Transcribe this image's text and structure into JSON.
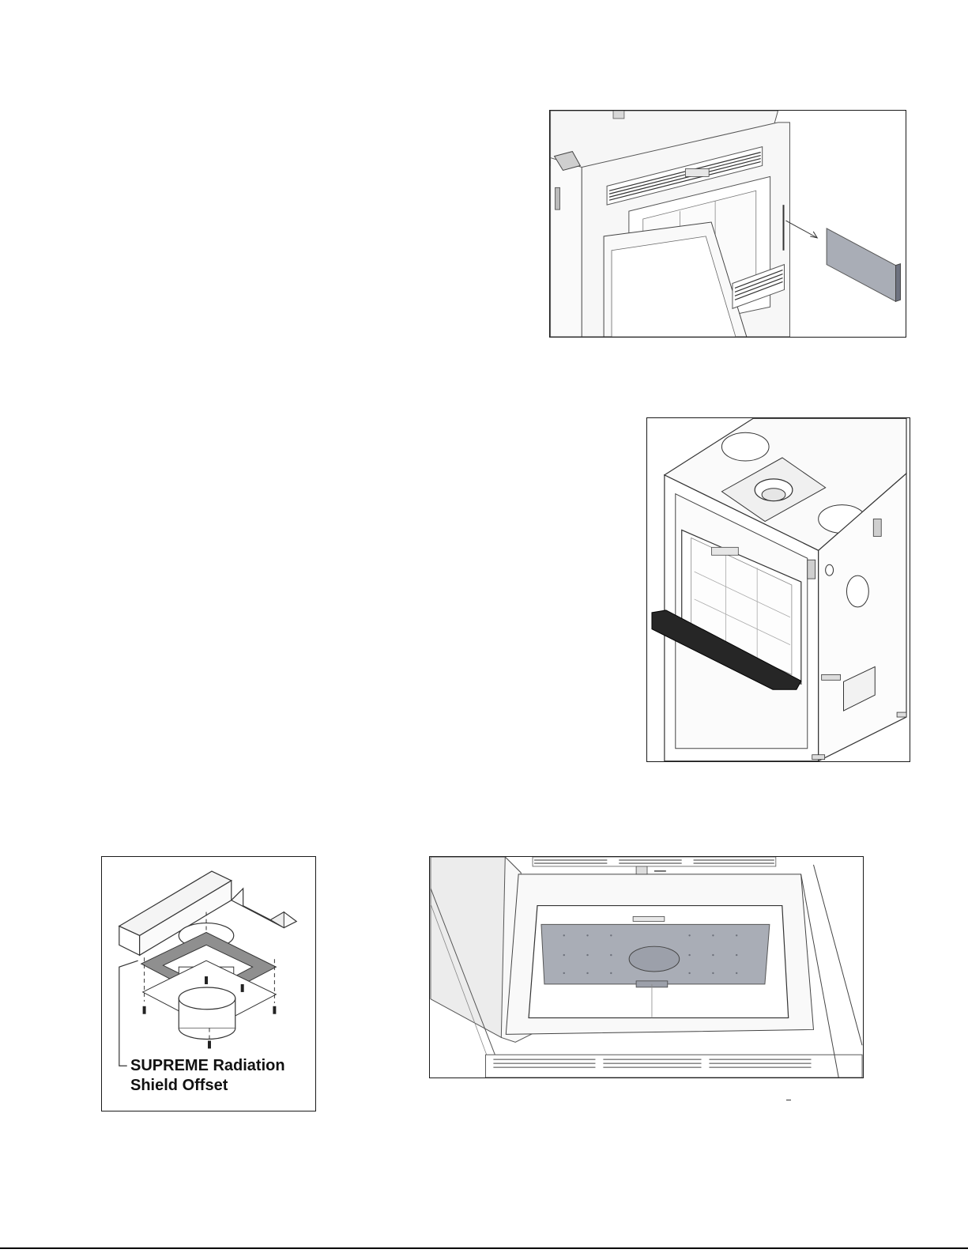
{
  "figures": {
    "fig_side_panel": {
      "description_icon": "side-shield-removal-diagram"
    },
    "fig_stove_iso": {
      "description_icon": "stove-isometric-diagram"
    },
    "fig_radiation_shield": {
      "callout_line1": "SUPREME Radiation",
      "callout_line2": "Shield Offset"
    },
    "fig_firebox_top": {
      "description_icon": "firebox-baffle-diagram"
    }
  },
  "colors": {
    "shield_gray": "#a9adb6",
    "line": "#3a3a3a",
    "panel_fill": "#f4f4f4",
    "dark_handle": "#262626"
  }
}
